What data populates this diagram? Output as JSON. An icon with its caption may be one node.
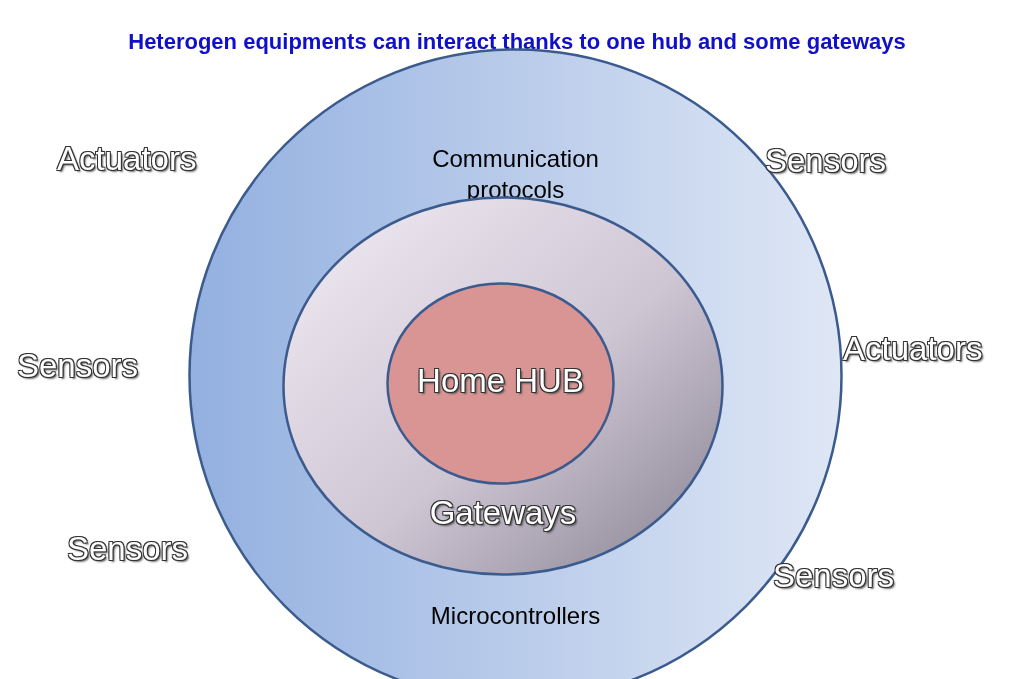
{
  "diagram": {
    "title": "Heterogen equipments can interact thanks to one hub and some gateways",
    "nodes": [
      {
        "text": [
          "Communication protocols",
          "Microcontrollers"
        ]
      },
      {
        "text": [
          "Gateways"
        ],
        "in": 0
      },
      {
        "text": [
          "Home HUB"
        ],
        "in": 1
      }
    ],
    "labels": [
      "Actuators",
      "Sensors",
      "Actuators",
      "Sensors",
      "Sensors",
      "Sensors"
    ]
  }
}
